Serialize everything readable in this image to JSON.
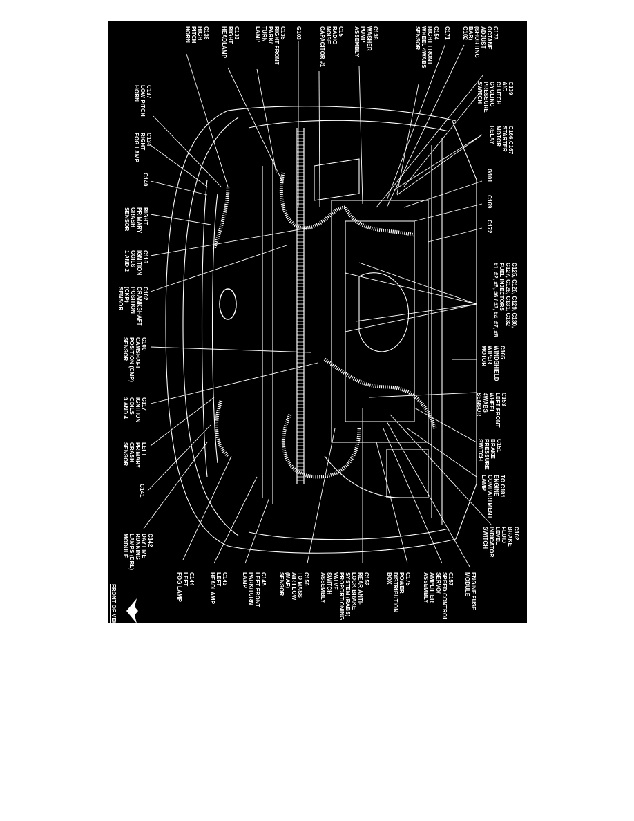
{
  "diagram": {
    "background_color": "#000000",
    "line_color": "#ffffff",
    "orientation_label": "FRONT OF VEHICLE",
    "orientation_icon": "arrow-left-icon",
    "labels": [
      {
        "id": "c173",
        "text": "C173\nOCTANE\nADJUST\n(SHORTING\nBAR)"
      },
      {
        "id": "g102",
        "text": "G102"
      },
      {
        "id": "c171",
        "text": "C171"
      },
      {
        "id": "c154",
        "text": "C154\nRIGHT FRONT\nWHEEL 4WABS\nSENSOR"
      },
      {
        "id": "c138",
        "text": "C138\nWASHER\nPUMP\nASSEMBLY"
      },
      {
        "id": "c15",
        "text": "C15\nRADIO\nNOISE\nCAPACITOR #1"
      },
      {
        "id": "g103",
        "text": "G103"
      },
      {
        "id": "c135",
        "text": "C135\nRIGHT FRONT\nPARK/\nTURN\nLAMP"
      },
      {
        "id": "c133",
        "text": "C133\nRIGHT\nHEADLAMP"
      },
      {
        "id": "c136",
        "text": "C136\nHIGH\nPITCH\nHORN"
      },
      {
        "id": "c137",
        "text": "C137\nLOW PITCH\nHORN"
      },
      {
        "id": "c134",
        "text": "C134\nRIGHT\nFOG LAMP"
      },
      {
        "id": "c140",
        "text": "C140"
      },
      {
        "id": "rpcs",
        "text": "RIGHT\nPRIMARY\nCRASH\nSENSOR"
      },
      {
        "id": "c116",
        "text": "C116\nIGNITION\nCOILS\n1 AND 2"
      },
      {
        "id": "c102",
        "text": "C102\nCRANKSHAFT\nPOSITION\n(CKP)\nSENSOR"
      },
      {
        "id": "c100",
        "text": "C100\nCAMSHAFT\nPOSITION (CMP)\nSENSOR"
      },
      {
        "id": "c117",
        "text": "C117\nIGNITION\nCOILS\n3 AND 4"
      },
      {
        "id": "lpcs",
        "text": "LEFT\nPRIMARY\nCRASH\nSENSOR"
      },
      {
        "id": "c141",
        "text": "C141"
      },
      {
        "id": "c142",
        "text": "C142\nDAYTIME\nRUNNING\nLAMPS (DRL)\nMODULE"
      },
      {
        "id": "c144",
        "text": "C144\nLEFT\nFOG LAMP"
      },
      {
        "id": "c143",
        "text": "C143\nLEFT\nHEADLAMP"
      },
      {
        "id": "c145",
        "text": "C145\nLEFT FRONT\nPARK/TURN\nLAMP"
      },
      {
        "id": "c156",
        "text": "C156\nTO MASS\nAIR FLOW\n(MAF)\nSENSOR"
      },
      {
        "id": "c152",
        "text": "C152\nREAR ANTI-\nLOCK BRAKE\nSYSTEM (RABS)\nPROPORTIONING\nVALVE\nSWITCH\nASSEMBLY"
      },
      {
        "id": "c175",
        "text": "C175\nPOWER\nDISTRIBUTION\nBOX"
      },
      {
        "id": "c157",
        "text": "C157\nSPEED CONTROL\nSERVO/\nAMPLIFIER\nASSEMBLY"
      },
      {
        "id": "efm",
        "text": "ENGINE FUSE\nMODULE"
      },
      {
        "id": "c162",
        "text": "C162\nBRAKE\nFLUID\nLEVEL\nINDICATOR\nSWITCH"
      },
      {
        "id": "c181",
        "text": "TO C181\nENGINE\nCOMPARTMENT\nLAMP"
      },
      {
        "id": "c151",
        "text": "C151\nBRAKE\nPRESSURE\nSWITCH"
      },
      {
        "id": "c153",
        "text": "C153\nLEFT FRONT\nWHEEL\n4WABS\nSENSOR"
      },
      {
        "id": "c165",
        "text": "C165\nWINDSHIELD\nWIPER\nMOTOR"
      },
      {
        "id": "inj",
        "text": "C125, C126, C129, C130,\nC127, C128, C131, C132\nFUEL INJECTORS\n#1, #2, #5, #6 / #3, #4, #7, #8"
      },
      {
        "id": "c172",
        "text": "C172"
      },
      {
        "id": "c169",
        "text": "C169"
      },
      {
        "id": "g101",
        "text": "G101"
      },
      {
        "id": "c166",
        "text": "C166,C167\nSTARTER\nMOTOR\nRELAY"
      },
      {
        "id": "c139",
        "text": "C139\nA/C\nCLUTCH\nCYCLING\nPRESSURE\nSWITCH"
      }
    ]
  }
}
